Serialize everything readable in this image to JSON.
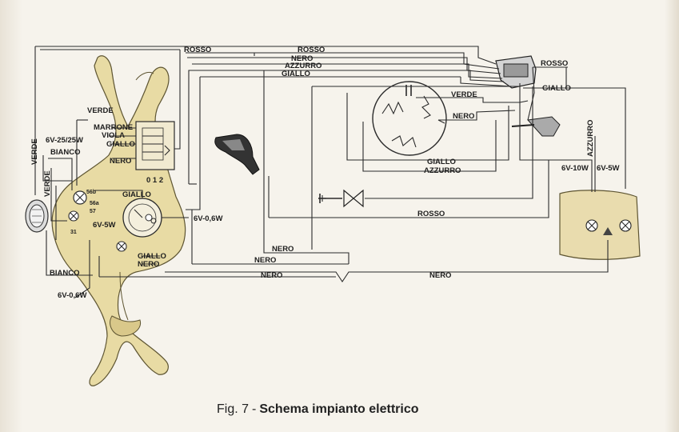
{
  "caption": {
    "figure_number": "Fig. 7",
    "separator": "-",
    "title": "Schema impianto elettrico"
  },
  "wire_labels": {
    "rosso_top_left": "ROSSO",
    "rosso_top_mid": "ROSSO",
    "rosso_top_right": "ROSSO",
    "nero_top": "NERO",
    "azzurro_top": "AZZURRO",
    "giallo_top": "GIALLO",
    "giallo_right": "GIALLO",
    "verde_magneto": "VERDE",
    "nero_magneto": "NERO",
    "giallo_mid": "GIALLO",
    "azzurro_mid": "AZZURRO",
    "rosso_mid": "ROSSO",
    "azzurro_vertical": "AZZURRO",
    "nero_low_1": "NERO",
    "nero_low_2": "NERO",
    "nero_low_3": "NERO",
    "nero_low_4": "NERO",
    "verde_switch": "VERDE",
    "marrone": "MARRONE",
    "viola": "VIOLA",
    "giallo_switch": "GIALLO",
    "nero_switch": "NERO",
    "bianco_left": "BIANCO",
    "verde_vertical_1": "VERDE",
    "verde_vertical_2": "VERDE",
    "giallo_speedo": "GIALLO",
    "giallo_lower": "GIALLO",
    "nero_lower": "NERO",
    "bianco_bottom": "BIANCO"
  },
  "component_labels": {
    "headlamp_bulb": "6V-25/25W",
    "speedo_bulb": "6V-0,6W",
    "pilot_bulb": "6V-5W",
    "lower_bulb": "6V-0,6W",
    "tail_bulb_left": "6V-10W",
    "tail_bulb_right": "6V-5W",
    "switch_positions": "0 1 2",
    "terminal_56b": "56b",
    "terminal_56a": "56a",
    "terminal_57": "57",
    "terminal_31": "31"
  }
}
